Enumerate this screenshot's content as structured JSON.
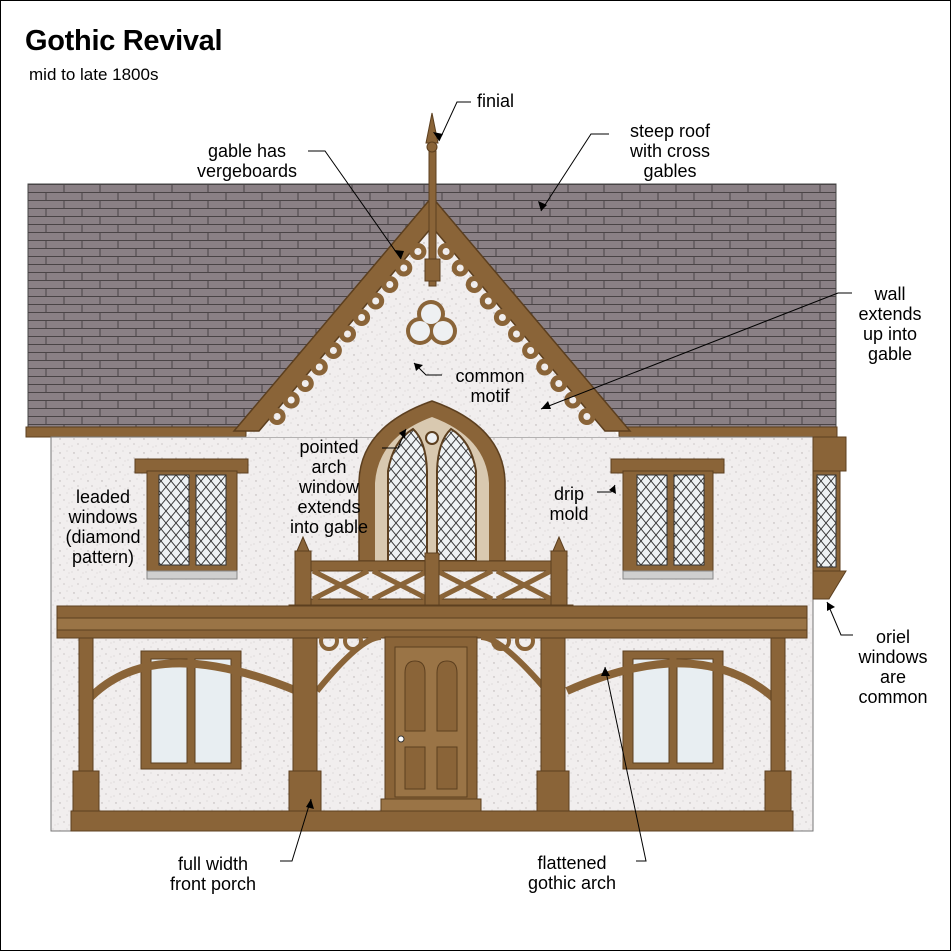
{
  "title": "Gothic Revival",
  "subtitle": "mid to late 1800s",
  "labels": {
    "finial": "finial",
    "steep_roof": [
      "steep roof",
      "with cross",
      "gables"
    ],
    "gable_vergeboards": [
      "gable has",
      "vergeboards"
    ],
    "wall_extends": [
      "wall",
      "extends",
      "up into",
      "gable"
    ],
    "common_motif": [
      "common",
      "motif"
    ],
    "pointed_arch": [
      "pointed",
      "arch",
      "window",
      "extends",
      "into gable"
    ],
    "leaded_windows": [
      "leaded",
      "windows",
      "(diamond",
      "pattern)"
    ],
    "drip_mold": [
      "drip",
      "mold"
    ],
    "oriel_windows": [
      "oriel",
      "windows",
      "are",
      "common"
    ],
    "front_porch": [
      "full width",
      "front porch"
    ],
    "flattened_arch": [
      "flattened",
      "gothic arch"
    ]
  },
  "colors": {
    "roof": "#8a8085",
    "roof_line": "#4a4446",
    "wood": "#8a6438",
    "wood_dark": "#5c3f1f",
    "stucco": "#f1eeee",
    "glass": "#e8eef2",
    "leader": "#000000"
  }
}
